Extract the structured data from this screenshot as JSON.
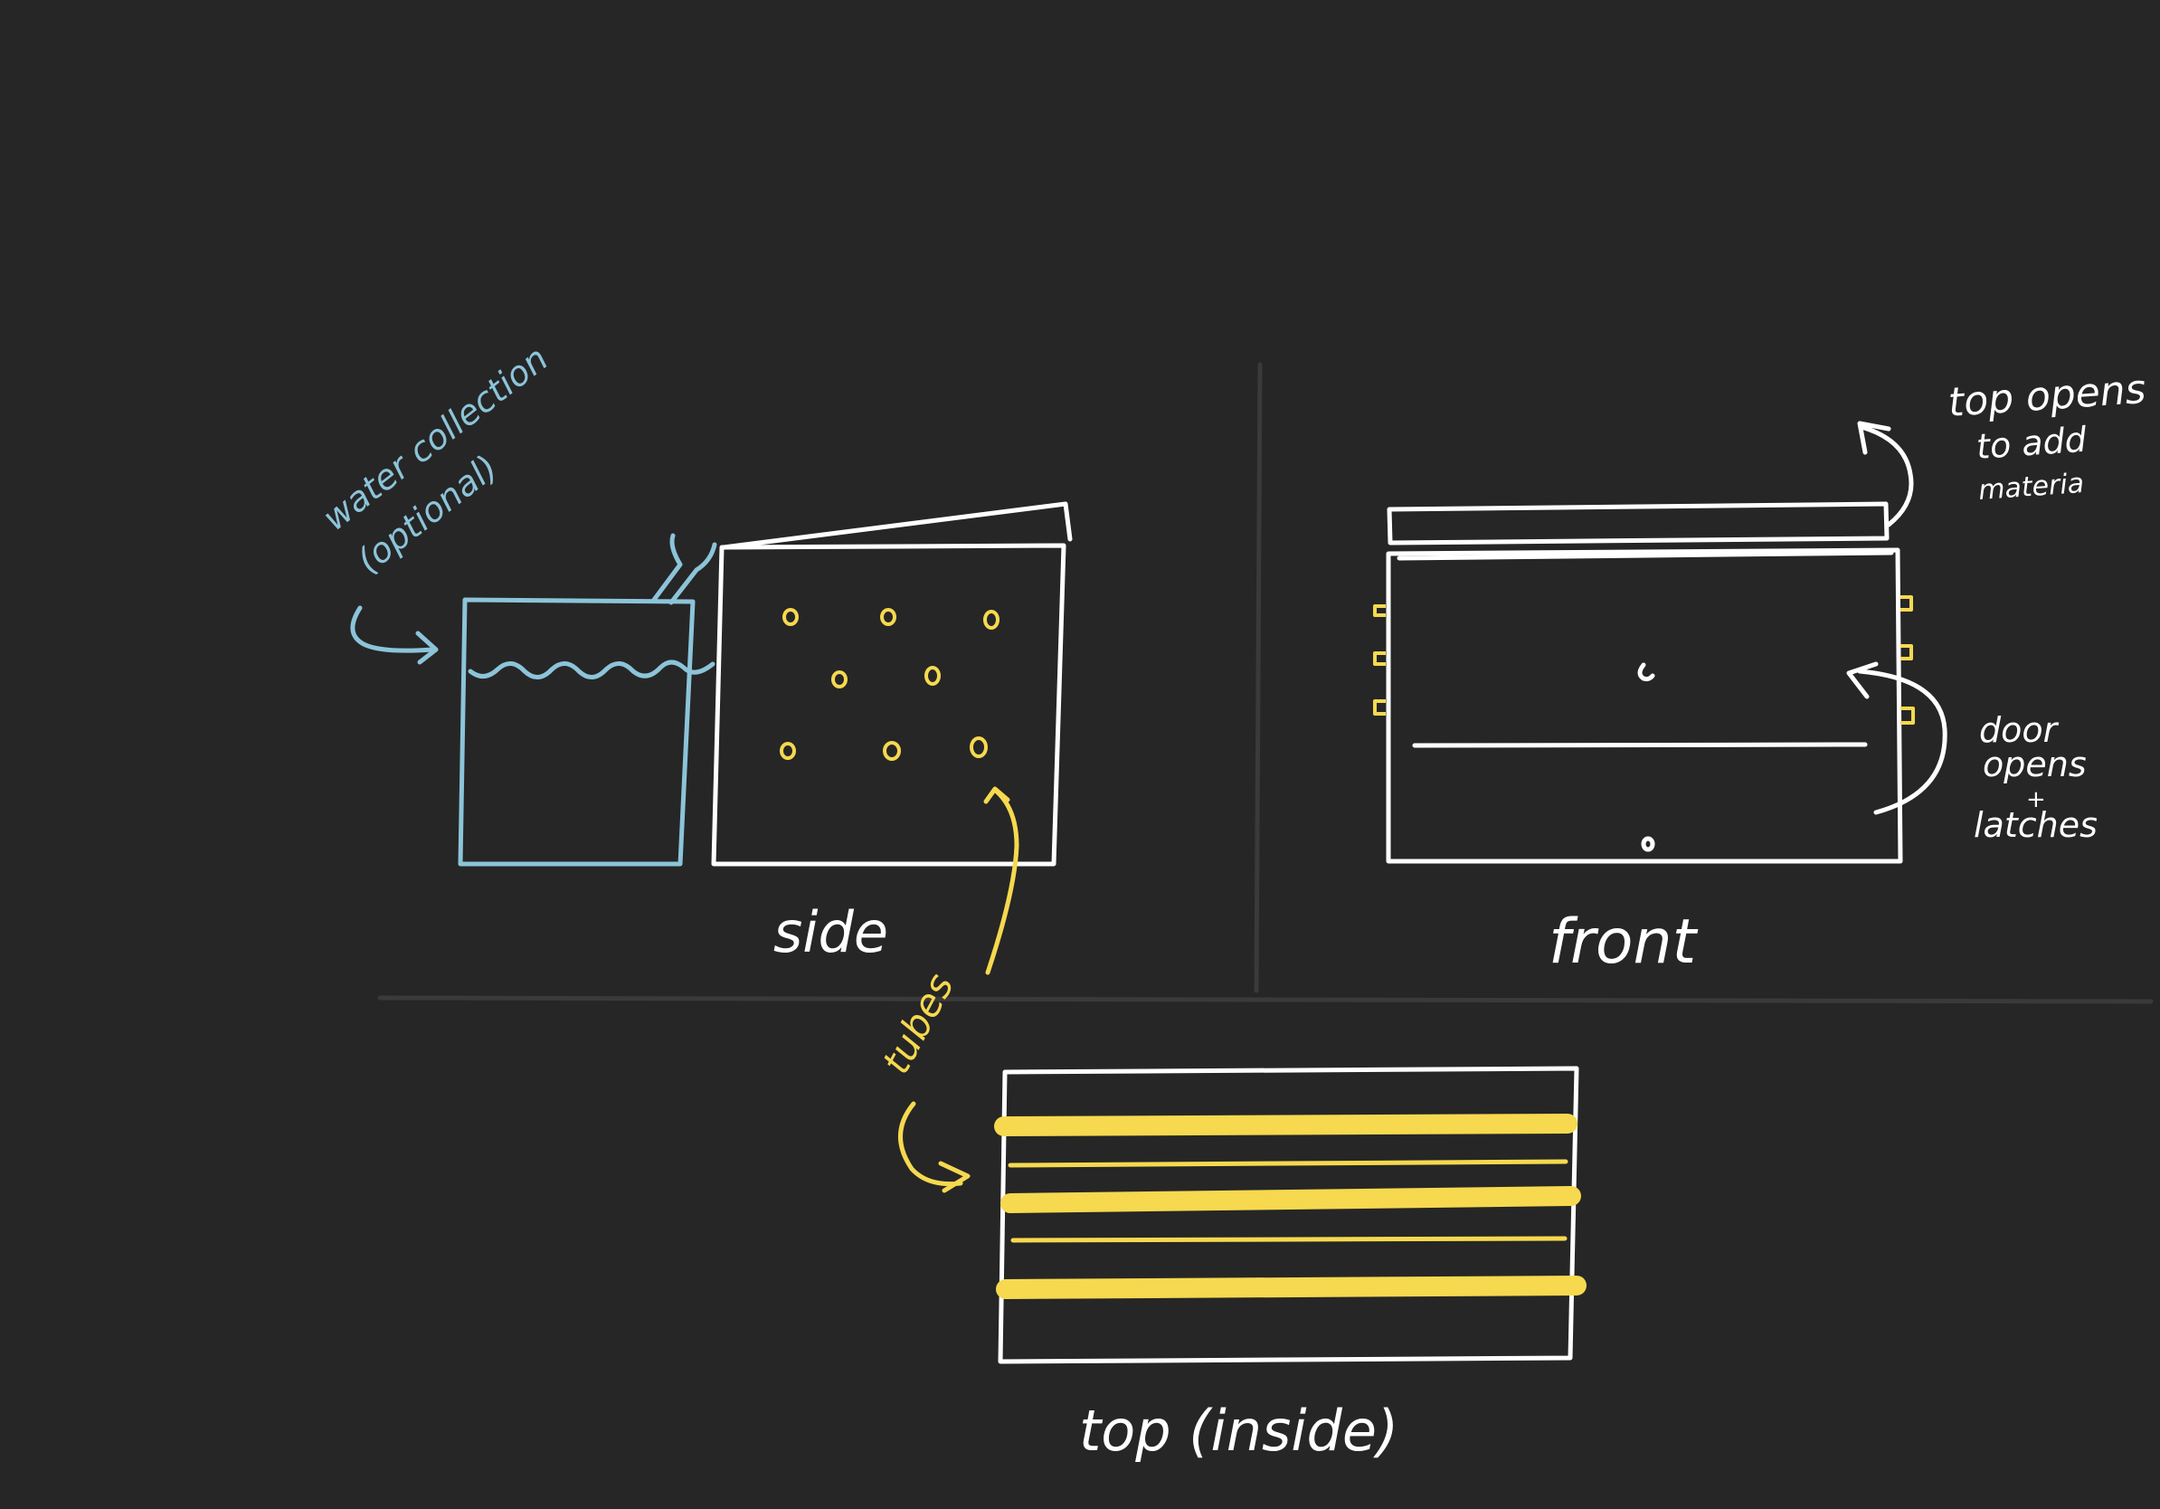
{
  "colors": {
    "background": "#262626",
    "ink_white": "#ffffff",
    "ink_blue": "#8cc4d9",
    "ink_yellow": "#f6d94f",
    "divider": "#3a3a3a"
  },
  "labels": {
    "water_collection": "water collection",
    "optional": "(optional)",
    "side": "side",
    "front": "front",
    "tubes": "tubes",
    "top_inside": "top (inside)",
    "top_opens_line1": "top opens",
    "top_opens_line2": "to add",
    "top_opens_line3": "materia",
    "door_opens_line1": "door",
    "door_opens_line2": "opens",
    "door_opens_plus": "+",
    "door_opens_line3": "latches"
  }
}
